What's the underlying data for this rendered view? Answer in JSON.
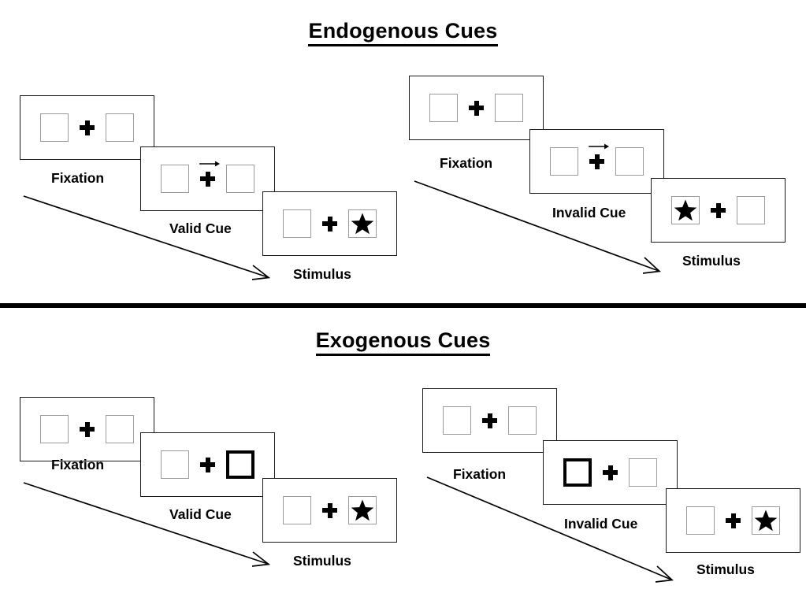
{
  "sections": [
    {
      "id": "endogenous",
      "title": "Endogenous Cues",
      "groups": [
        {
          "id": "endogenous-valid",
          "frames": [
            {
              "id": "fixation",
              "caption": "Fixation",
              "left_content": "empty",
              "right_content": "empty",
              "cue": "none",
              "highlight": "none"
            },
            {
              "id": "valid-cue",
              "caption": "Valid Cue",
              "left_content": "empty",
              "right_content": "empty",
              "cue": "arrow-right",
              "highlight": "none"
            },
            {
              "id": "stimulus",
              "caption": "Stimulus",
              "left_content": "empty",
              "right_content": "star",
              "cue": "none",
              "highlight": "none"
            }
          ]
        },
        {
          "id": "endogenous-invalid",
          "frames": [
            {
              "id": "fixation",
              "caption": "Fixation",
              "left_content": "empty",
              "right_content": "empty",
              "cue": "none",
              "highlight": "none"
            },
            {
              "id": "invalid-cue",
              "caption": "Invalid Cue",
              "left_content": "empty",
              "right_content": "empty",
              "cue": "arrow-right",
              "highlight": "none"
            },
            {
              "id": "stimulus",
              "caption": "Stimulus",
              "left_content": "star",
              "right_content": "empty",
              "cue": "none",
              "highlight": "none"
            }
          ]
        }
      ]
    },
    {
      "id": "exogenous",
      "title": "Exogenous Cues",
      "groups": [
        {
          "id": "exogenous-valid",
          "frames": [
            {
              "id": "fixation",
              "caption": "Fixation",
              "left_content": "empty",
              "right_content": "empty",
              "cue": "none",
              "highlight": "none"
            },
            {
              "id": "valid-cue",
              "caption": "Valid Cue",
              "left_content": "empty",
              "right_content": "empty",
              "cue": "none",
              "highlight": "right"
            },
            {
              "id": "stimulus",
              "caption": "Stimulus",
              "left_content": "empty",
              "right_content": "star",
              "cue": "none",
              "highlight": "none"
            }
          ]
        },
        {
          "id": "exogenous-invalid",
          "frames": [
            {
              "id": "fixation",
              "caption": "Fixation",
              "left_content": "empty",
              "right_content": "empty",
              "cue": "none",
              "highlight": "none"
            },
            {
              "id": "invalid-cue",
              "caption": "Invalid Cue",
              "left_content": "empty",
              "right_content": "empty",
              "cue": "none",
              "highlight": "left"
            },
            {
              "id": "stimulus",
              "caption": "Stimulus",
              "left_content": "empty",
              "right_content": "star",
              "cue": "none",
              "highlight": "none"
            }
          ]
        }
      ]
    }
  ],
  "captions": {
    "endo_valid_fixation": "Fixation",
    "endo_valid_cue": "Valid Cue",
    "endo_valid_stimulus": "Stimulus",
    "endo_invalid_fixation": "Fixation",
    "endo_invalid_cue": "Invalid Cue",
    "endo_invalid_stimulus": "Stimulus",
    "exo_valid_fixation": "Fixation",
    "exo_valid_cue": "Valid Cue",
    "exo_valid_stimulus": "Stimulus",
    "exo_invalid_fixation": "Fixation",
    "exo_invalid_cue": "Invalid Cue",
    "exo_invalid_stimulus": "Stimulus"
  },
  "icons": {
    "star": "star-icon",
    "fixation_cross": "fixation-cross-icon",
    "directional_arrow": "arrow-right-icon",
    "time_arrow": "time-progression-arrow-icon"
  },
  "colors": {
    "stroke": "#000000",
    "panel_border": "#1a1a1a",
    "box_border": "#9a9a9a",
    "highlight_border": "#000000",
    "background": "#ffffff"
  }
}
